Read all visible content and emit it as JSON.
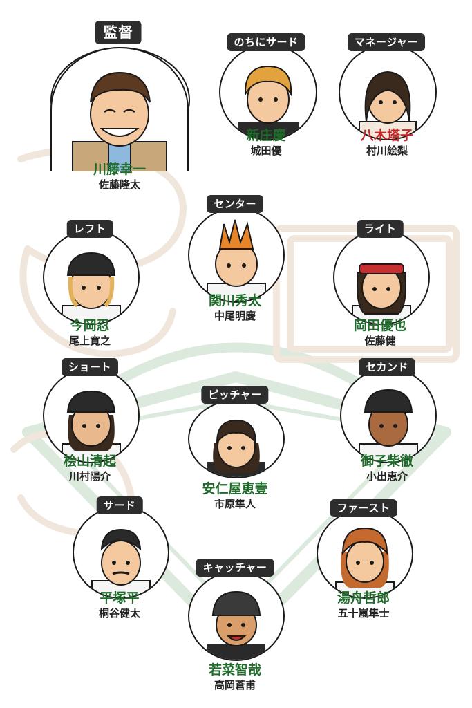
{
  "colors": {
    "character_name": "#1f6b2b",
    "manager_name": "#1f6b2b",
    "highlight_name": "#c42626",
    "badge_bg": "#2d2d2d"
  },
  "characters": {
    "manager": {
      "role": "監督",
      "name": "川藤幸一",
      "actor": "佐藤隆太"
    },
    "later_third": {
      "role": "のちにサード",
      "name": "新庄慶",
      "actor": "城田優"
    },
    "mgr_girl": {
      "role": "マネージャー",
      "name": "八木塔子",
      "actor": "村川絵梨"
    },
    "center": {
      "role": "センター",
      "name": "関川秀太",
      "actor": "中尾明慶"
    },
    "left": {
      "role": "レフト",
      "name": "今岡忍",
      "actor": "尾上寛之"
    },
    "right": {
      "role": "ライト",
      "name": "岡田優也",
      "actor": "佐藤健"
    },
    "short": {
      "role": "ショート",
      "name": "桧山清起",
      "actor": "川村陽介"
    },
    "second": {
      "role": "セカンド",
      "name": "御子柴徹",
      "actor": "小出恵介"
    },
    "pitcher": {
      "role": "ピッチャー",
      "name": "安仁屋恵壹",
      "actor": "市原隼人"
    },
    "third": {
      "role": "サード",
      "name": "平塚平",
      "actor": "桐谷健太"
    },
    "first": {
      "role": "ファースト",
      "name": "湯舟哲郎",
      "actor": "五十嵐隼士"
    },
    "catcher": {
      "role": "キャッチャー",
      "name": "若菜智哉",
      "actor": "高岡蒼甫"
    }
  },
  "icons": [
    "baseball-diamond-icon",
    "portrait-icon"
  ]
}
